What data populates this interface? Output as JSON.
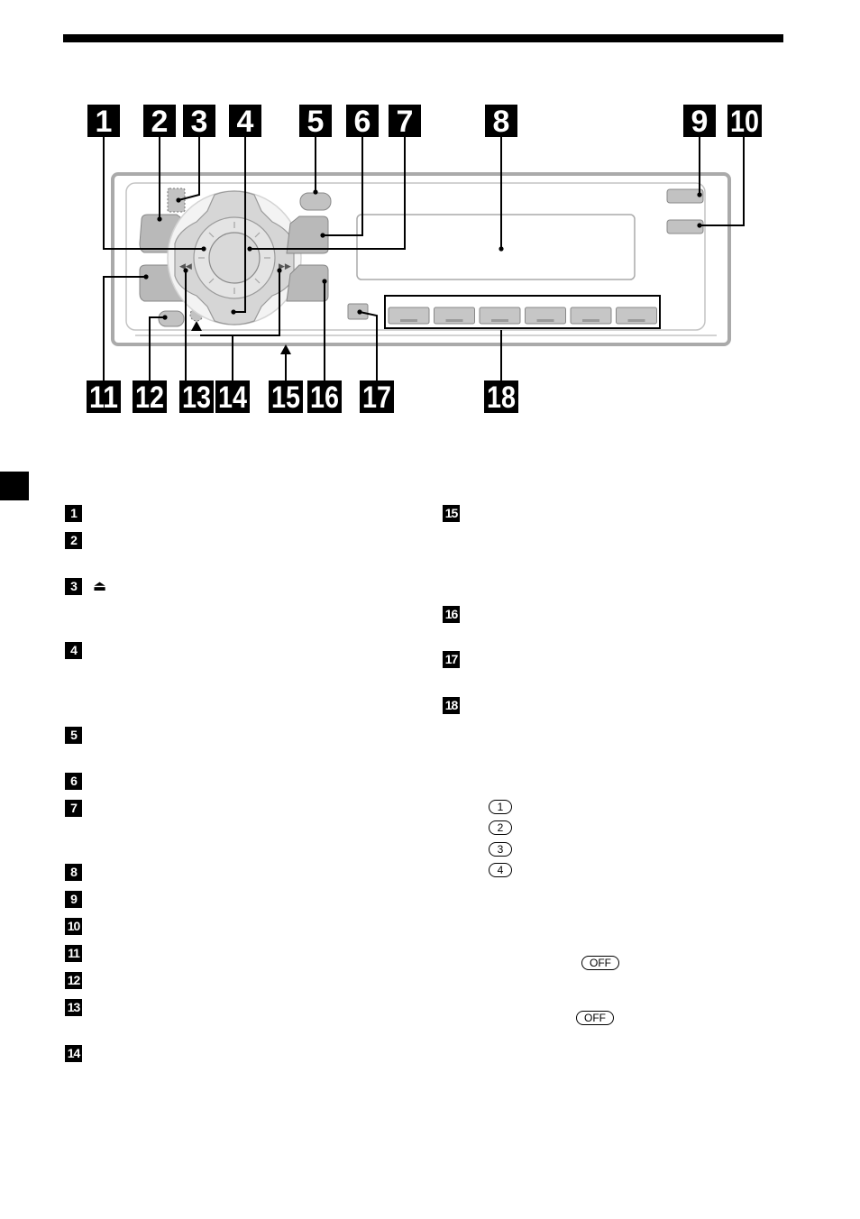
{
  "diagram": {
    "top_callouts": [
      "1",
      "2",
      "3",
      "4",
      "5",
      "6",
      "7",
      "8",
      "9",
      "10"
    ],
    "bottom_callouts": [
      "11",
      "12",
      "13",
      "14",
      "15",
      "16",
      "17",
      "18"
    ]
  },
  "legend": {
    "left": [
      "1",
      "2",
      "3",
      "4",
      "5",
      "6",
      "7",
      "8",
      "9",
      "10",
      "11",
      "12",
      "13",
      "14"
    ],
    "right": [
      "15",
      "16",
      "17",
      "18"
    ]
  },
  "eject_symbol": "⏏",
  "circled_numbers": [
    "1",
    "2",
    "3",
    "4"
  ],
  "off_labels": [
    "OFF",
    "OFF"
  ]
}
